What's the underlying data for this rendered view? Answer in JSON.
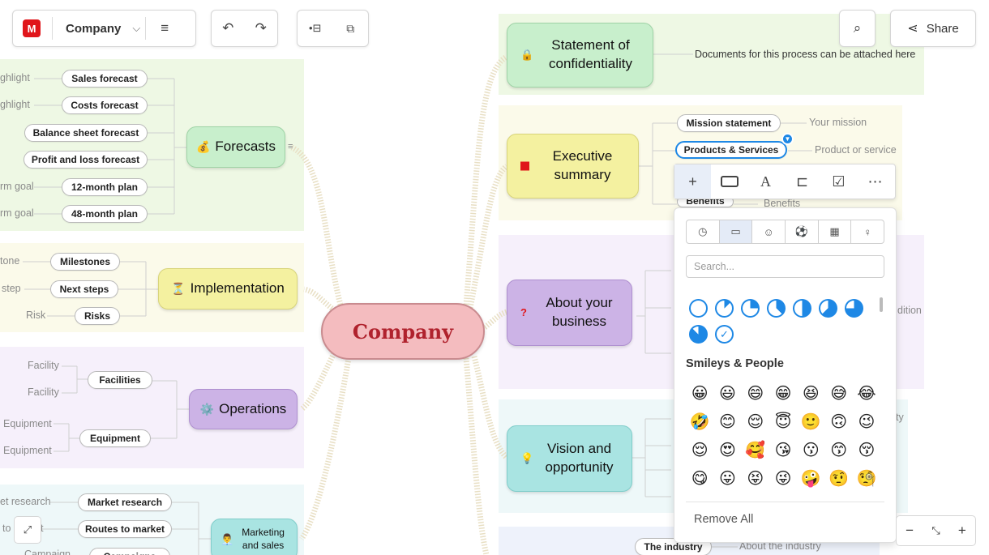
{
  "toolbar": {
    "logo": "mindmeister-logo",
    "map_title": "Company",
    "share_label": "Share"
  },
  "center": {
    "label": "Company"
  },
  "branches": {
    "confidentiality": {
      "label": "Statement of confidentiality",
      "icon": "lock-icon",
      "notes": [
        "Documents for this process can be attached here"
      ]
    },
    "executive": {
      "label": "Executive summary",
      "icon": "red-square-icon",
      "children": [
        "Mission statement",
        "Products & Services",
        "Benefits"
      ],
      "notes": [
        "Your mission",
        "Product or service",
        "Benefits"
      ]
    },
    "about": {
      "label": "About your business",
      "icon": "question-mark-icon",
      "partial_note": "dition"
    },
    "vision": {
      "label": "Vision and opportunity",
      "icon": "lightbulb-icon",
      "partial_note": "ty"
    },
    "industry": {
      "child": "The industry",
      "note": "About the industry"
    },
    "forecasts": {
      "label": "Forecasts",
      "icon": "money-bag-icon",
      "children": [
        "Sales forecast",
        "Costs forecast",
        "Balance sheet forecast",
        "Profit and loss forecast",
        "12-month plan",
        "48-month plan"
      ],
      "notes": [
        "ghlight",
        "ghlight",
        "rm goal",
        "rm goal"
      ]
    },
    "implementation": {
      "label": "Implementation",
      "icon": "hourglass-icon",
      "children": [
        "Milestones",
        "Next steps",
        "Risks"
      ],
      "notes": [
        "tone",
        "step",
        "Risk"
      ]
    },
    "operations": {
      "label": "Operations",
      "icon": "gear-icon",
      "children": [
        "Facilities",
        "Equipment"
      ],
      "notes": [
        "Facility",
        "Facility",
        "Equipment",
        "Equipment"
      ]
    },
    "marketing": {
      "label": "Marketing and sales",
      "icon": "person-icon",
      "children": [
        "Market research",
        "Routes to market",
        "Campaigns"
      ],
      "notes": [
        "et research",
        "to",
        "t",
        "Campaign"
      ]
    }
  },
  "icon_picker": {
    "category_tabs": [
      "clock-icon",
      "calendar-icon",
      "smiley-icon",
      "soccer-ball-icon",
      "qr-icon",
      "lightbulb-icon"
    ],
    "selected_tab": 1,
    "search_placeholder": "Search...",
    "progress_levels": [
      0,
      0.125,
      0.25,
      0.375,
      0.5,
      0.625,
      0.75,
      0.875,
      1
    ],
    "section_title": "Smileys & People",
    "emojis": [
      [
        "😀",
        "😃",
        "😄",
        "😁",
        "😆",
        "😅",
        "😂"
      ],
      [
        "🤣",
        "😊",
        "😌",
        "😇",
        "🙂",
        "🙃",
        "😉"
      ],
      [
        "😌",
        "😍",
        "🥰",
        "😘",
        "😗",
        "😙",
        "😚"
      ],
      [
        "😋",
        "😛",
        "😝",
        "😜",
        "🤪",
        "🤨",
        "🧐"
      ]
    ],
    "remove_label": "Remove All"
  },
  "mini_toolbar": [
    "add-icon",
    "shape-icon",
    "text-style-icon",
    "structure-icon",
    "task-icon",
    "more-icon"
  ],
  "colors": {
    "center_fill": "#f4bcbf",
    "center_text": "#b0222d",
    "accent": "#1e88e5",
    "green": "#c8efcc",
    "yellow": "#f4f1a0",
    "purple": "#ccb3e6",
    "teal": "#a9e4e2"
  }
}
